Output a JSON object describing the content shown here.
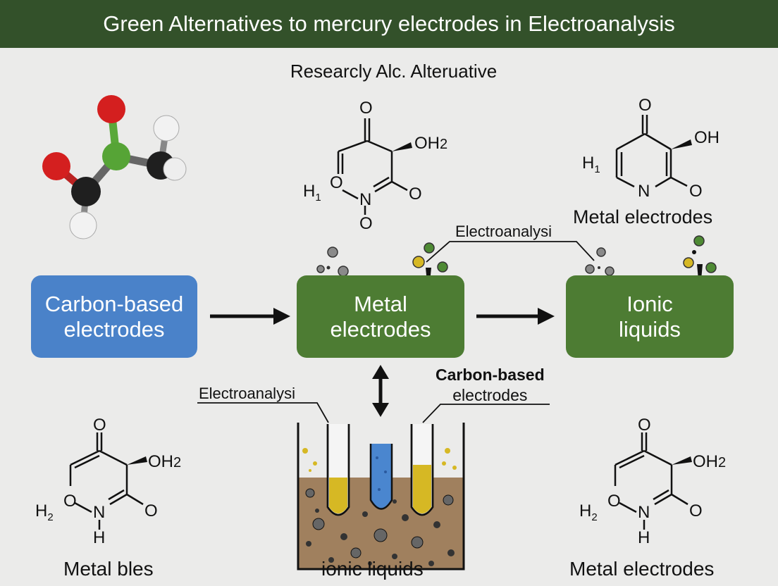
{
  "header": {
    "title": "Green Alternatives to mercury electrodes in Electroanalysis"
  },
  "subtitle": "Researcly Alc. Alteruative",
  "boxes": {
    "carbon": [
      "Carbon-based",
      "electrodes"
    ],
    "metal": [
      "Metal",
      "electrodes"
    ],
    "ionic": [
      "Ionic",
      "liquids"
    ]
  },
  "labels": {
    "electroanalysi_top": "Electroanalysi",
    "metal_electrodes_top": "Metal electrodes",
    "electroanalysi_left": "Electroanalysi",
    "carbon_right": [
      "Carbon-based",
      "electrodes"
    ],
    "bottom_left": "Metal bles",
    "bottom_center": "ionic liquids",
    "bottom_right": "Metal electrodes"
  },
  "molecules": {
    "top_center": {
      "o_top": "O",
      "oh": "OH",
      "oh_sub": "2",
      "h": "H",
      "h_sub": "1",
      "o_ring": "O",
      "n": "N",
      "o_right": "O",
      "o_bottom": "O"
    },
    "top_right": {
      "o_top": "O",
      "oh": "OH",
      "h": "H",
      "h_sub": "1",
      "n": "N",
      "o_right": "O"
    },
    "bottom_left": {
      "o_top": "O",
      "oh": "OH",
      "oh_sub": "2",
      "h": "H",
      "h_sub": "2",
      "o_ring": "O",
      "n": "N",
      "o_right": "O",
      "h_bottom": "H"
    },
    "bottom_right": {
      "o_top": "O",
      "oh": "OH",
      "oh_sub": "2",
      "h": "H",
      "h_sub": "2",
      "o_ring": "O",
      "n": "N",
      "o_right": "O",
      "h_bottom": "H"
    }
  },
  "colors": {
    "header_bg": "#33512a",
    "carbon_box": "#4a82c9",
    "green_box": "#4d7c33",
    "yellow_liquid": "#d6b824",
    "blue_liquid": "#4a86cf",
    "soil": "#a0805e"
  }
}
